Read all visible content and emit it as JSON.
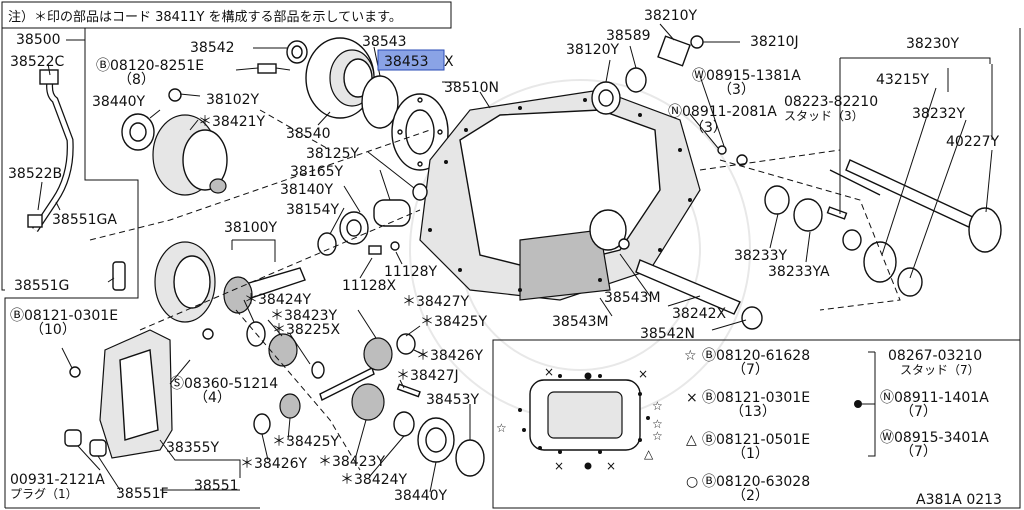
{
  "note": "注）＊印の部品はコード 38411Y を構成する部品を示しています。",
  "highlight_label": "38453",
  "labels": {
    "l38500": "38500",
    "l38522C": "38522C",
    "l38522B": "38522B",
    "l38551GA": "38551GA",
    "l38551G": "38551G",
    "l38542": "38542",
    "l38543": "38543",
    "l38453X": "X",
    "l38510N": "38510N",
    "l38540": "38540",
    "l08120_8251E": "Ⓑ08120-8251E",
    "l8a": "（8）",
    "l38440Y_top": "38440Y",
    "l38102Y": "38102Y",
    "l38421Y": "＊38421Y",
    "l38125Y": "38125Y",
    "l38165Y": "38165Y",
    "l38140Y": "38140Y",
    "l38154Y": "38154Y",
    "l38100Y": "38100Y",
    "l11128Y": "11128Y",
    "l11128X": "11128X",
    "l38210Y": "38210Y",
    "l38589": "38589",
    "l38120Y": "38120Y",
    "l38210J": "38210J",
    "l08915_1381A": "Ⓦ08915-1381A",
    "l3a": "（3）",
    "l08911_2081A": "Ⓝ08911-2081A",
    "l3b": "（3）",
    "l38230Y": "38230Y",
    "l43215Y": "43215Y",
    "l08223_82210": "08223-82210",
    "lstud3": "スタッド（3）",
    "l38232Y": "38232Y",
    "l40227Y": "40227Y",
    "l38233Y": "38233Y",
    "l38233YA": "38233YA",
    "l38543M_a": "38543M",
    "l38543M_b": "38543M",
    "l38242X": "38242X",
    "l38542N": "38542N",
    "l08121_0301E_top": "Ⓑ08121-0301E",
    "l10": "（10）",
    "l38424Y_a": "＊38424Y",
    "l38423Y_a": "＊38423Y",
    "l38225X": "＊38225X",
    "l38427Y": "＊38427Y",
    "l38425Y_a": "＊38425Y",
    "l38426Y_a": "＊38426Y",
    "l38427J": "＊38427J",
    "l08360_51214": "Ⓢ08360-51214",
    "l4": "（4）",
    "l38453Y": "38453Y",
    "l38425Y_b": "＊38425Y",
    "l38355Y": "38355Y",
    "l38426Y_b": "＊38426Y",
    "l38423Y_b": "＊38423Y",
    "l00931_2121A": "00931-2121A",
    "lplug1": "プラグ（1）",
    "l38551F": "38551F",
    "l38551": "38551",
    "l38424Y_b": "＊38424Y",
    "l38440Y_bot": "38440Y"
  },
  "legend": {
    "star": {
      "symbol": "☆",
      "part": "Ⓑ08120-61628",
      "qty": "（7）"
    },
    "cross": {
      "symbol": "×",
      "part": "Ⓑ08121-0301E",
      "qty": "（13）"
    },
    "tri": {
      "symbol": "△",
      "part": "Ⓑ08121-0501E",
      "qty": "（1）"
    },
    "circle": {
      "symbol": "○",
      "part": "Ⓑ08120-63028",
      "qty": "（2）"
    },
    "dot": {
      "items": [
        {
          "part": "08267-03210",
          "qty": "スタッド（7）"
        },
        {
          "part": "Ⓝ08911-1401A",
          "qty": "（7）"
        },
        {
          "part": "Ⓦ08915-3401A",
          "qty": "（7）"
        }
      ]
    }
  },
  "footer_code": "A381A 0213"
}
